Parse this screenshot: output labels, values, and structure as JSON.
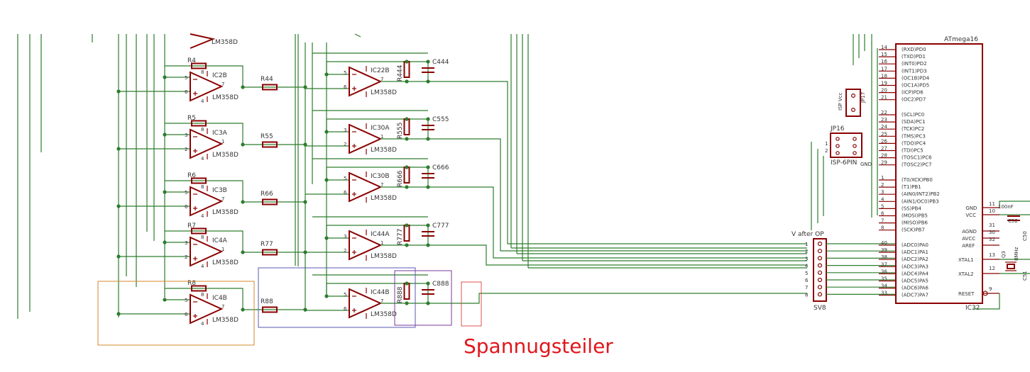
{
  "annotation": {
    "text": "Spannugsteiler",
    "color": "#e0161c"
  },
  "colors": {
    "symbol": "#8b0000",
    "wire": "#2d7d2d",
    "frame_orange": "#d4882c",
    "frame_blue": "#5a5ab4",
    "frame_purple": "#7a3a9a",
    "frame_red": "#e05050"
  },
  "stage1": {
    "opamp_label": "LM358D",
    "rows": [
      {
        "resistor": "R4",
        "ic": "IC2B",
        "pin_minus": "5",
        "pin_plus": "6",
        "pin_out": "7"
      },
      {
        "resistor": "R5",
        "ic": "IC3A",
        "pin_minus": "3",
        "pin_plus": "2",
        "pin_out": "1"
      },
      {
        "resistor": "R6",
        "ic": "IC3B",
        "pin_minus": "5",
        "pin_plus": "6",
        "pin_out": "7"
      },
      {
        "resistor": "R7",
        "ic": "IC4A",
        "pin_minus": "3",
        "pin_plus": "2",
        "pin_out": "1"
      },
      {
        "resistor": "R8",
        "ic": "IC4B",
        "pin_minus": "5",
        "pin_plus": "6",
        "pin_out": "7"
      }
    ]
  },
  "stage2": {
    "opamp_label": "LM358D",
    "rows": [
      {
        "series_r": "R44",
        "ic": "IC22B",
        "fb_r": "R444",
        "cap": "C444",
        "pin_minus": "5",
        "pin_plus": "6",
        "pin_out": "7"
      },
      {
        "series_r": "R55",
        "ic": "IC30A",
        "fb_r": "R555",
        "cap": "C555",
        "pin_minus": "3",
        "pin_plus": "2",
        "pin_out": "1"
      },
      {
        "series_r": "R66",
        "ic": "IC30B",
        "fb_r": "R666",
        "cap": "C666",
        "pin_minus": "5",
        "pin_plus": "6",
        "pin_out": "7"
      },
      {
        "series_r": "R77",
        "ic": "IC44A",
        "fb_r": "R777",
        "cap": "C777",
        "pin_minus": "3",
        "pin_plus": "2",
        "pin_out": "1"
      },
      {
        "series_r": "R88",
        "ic": "IC44B",
        "fb_r": "R888",
        "cap": "C888",
        "pin_minus": "5",
        "pin_plus": "6",
        "pin_out": "7"
      }
    ]
  },
  "connector_sv8": {
    "name": "SV8",
    "title": "V after OP",
    "pins": [
      "1",
      "2",
      "3",
      "4",
      "5",
      "6",
      "7",
      "8"
    ]
  },
  "isp": {
    "jp17": "JP17",
    "jp17_label": "ISP Vcc",
    "jp16": "JP16",
    "jp16_label": "ISP-6PIN",
    "gnd": "GND",
    "pin1": "1",
    "pin2": "2"
  },
  "mcu": {
    "name": "ATmega16",
    "ref": "IC32",
    "portd": [
      {
        "num": "14",
        "label": "(RXD)PD0"
      },
      {
        "num": "15",
        "label": "(TXD)PD1"
      },
      {
        "num": "16",
        "label": "(INT0)PD2"
      },
      {
        "num": "17",
        "label": "(INT1)PD3"
      },
      {
        "num": "18",
        "label": "(OC1B)PD4"
      },
      {
        "num": "19",
        "label": "(OC1A)PD5"
      },
      {
        "num": "20",
        "label": "(ICP)PD6"
      },
      {
        "num": "21",
        "label": "(OC2)PD7"
      }
    ],
    "portc": [
      {
        "num": "22",
        "label": "(SCL)PC0"
      },
      {
        "num": "23",
        "label": "(SDA)PC1"
      },
      {
        "num": "24",
        "label": "(TCK)PC2"
      },
      {
        "num": "25",
        "label": "(TMS)PC3"
      },
      {
        "num": "26",
        "label": "(TDO)PC4"
      },
      {
        "num": "27",
        "label": "(TDI)PC5"
      },
      {
        "num": "28",
        "label": "(TOSC1)PC6"
      },
      {
        "num": "29",
        "label": "(TOSC2)PC7"
      }
    ],
    "portb": [
      {
        "num": "1",
        "label": "(T0/XCK)PB0"
      },
      {
        "num": "2",
        "label": "(T1)PB1"
      },
      {
        "num": "3",
        "label": "(AIN0/INT2)PB2"
      },
      {
        "num": "4",
        "label": "(AIN1/OC0)PB3"
      },
      {
        "num": "5",
        "label": "(SS)PB4"
      },
      {
        "num": "6",
        "label": "(MOSI)PB5"
      },
      {
        "num": "7",
        "label": "(MISO)PB6"
      },
      {
        "num": "8",
        "label": "(SCK)PB7"
      }
    ],
    "porta": [
      {
        "num": "40",
        "label": "(ADC0)PA0"
      },
      {
        "num": "39",
        "label": "(ADC1)PA1"
      },
      {
        "num": "38",
        "label": "(ADC2)PA2"
      },
      {
        "num": "37",
        "label": "(ADC3)PA3"
      },
      {
        "num": "36",
        "label": "(ADC4)PA4"
      },
      {
        "num": "35",
        "label": "(ADC5)PA5"
      },
      {
        "num": "34",
        "label": "(ADC6)PA6"
      },
      {
        "num": "33",
        "label": "(ADC7)PA7"
      }
    ],
    "right_pins": [
      {
        "num": "11",
        "label": "GND"
      },
      {
        "num": "10",
        "label": "VCC"
      },
      {
        "num": "31",
        "label": "AGND"
      },
      {
        "num": "30",
        "label": "AVCC"
      },
      {
        "num": "32",
        "label": "AREF"
      },
      {
        "num": "13",
        "label": "XTAL1"
      },
      {
        "num": "12",
        "label": "XTAL2"
      },
      {
        "num": "9",
        "label": "RESET"
      }
    ]
  },
  "extras": {
    "cap_100nf": "100nF",
    "c52": "C52",
    "c50": "C50",
    "c51": "C51",
    "crystal_ref": "Q3",
    "crystal_val": "8MHz"
  }
}
